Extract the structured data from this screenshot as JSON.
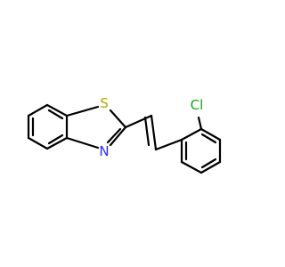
{
  "molecule": {
    "atoms": {
      "sulfur": {
        "label": "S",
        "color": "#b8a400"
      },
      "nitrogen": {
        "label": "N",
        "color": "#2a2aff"
      },
      "chlorine": {
        "label": "Cl",
        "color": "#1a9e1a"
      }
    },
    "bond_color": "#000000",
    "background": "#ffffff"
  }
}
